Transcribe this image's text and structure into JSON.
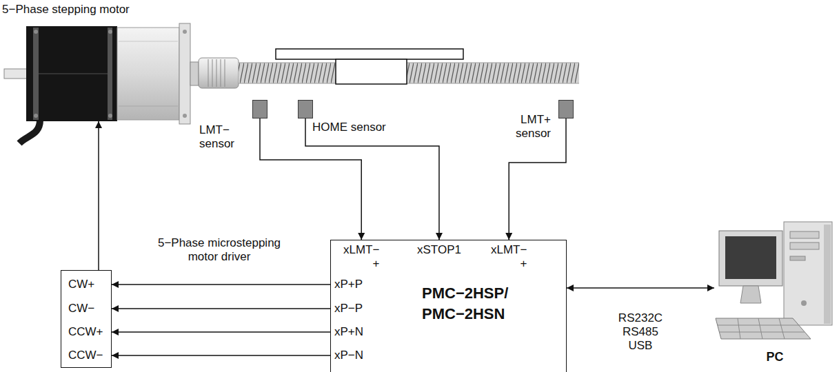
{
  "diagram": {
    "nodes": [
      {
        "text": [
          "5−Phase stepping motor"
        ]
      },
      {
        "text": [
          "LMT− sensor"
        ]
      },
      {
        "text": [
          "HOME sensor"
        ]
      },
      {
        "text": [
          "LMT+ sensor"
        ]
      },
      {
        "text": [
          "5−Phase microstepping motor driver",
          "CW+",
          "CW−",
          "CCW+",
          "CCW−"
        ]
      },
      {
        "text": [
          "xLMT− +",
          "xSTOP1",
          "xLMT− +",
          "xP+P",
          "xP−P",
          "xP+N",
          "xP−N",
          "PMC−2HSP/ PMC−2HSN"
        ]
      },
      {
        "text": [
          "PC"
        ]
      }
    ],
    "edges": [
      {
        "from": 4,
        "to": 0,
        "arrow": "to"
      },
      {
        "from": 1,
        "to": 5,
        "arrow": "to"
      },
      {
        "from": 2,
        "to": 5,
        "arrow": "to"
      },
      {
        "from": 3,
        "to": 5,
        "arrow": "to"
      },
      {
        "from": 5,
        "to": 4,
        "arrow": "to"
      },
      {
        "from": 5,
        "to": 4,
        "arrow": "to"
      },
      {
        "from": 5,
        "to": 4,
        "arrow": "to"
      },
      {
        "from": 5,
        "to": 4,
        "arrow": "to"
      },
      {
        "from": 5,
        "to": 6,
        "arrow": "both",
        "label": "RS232C RS485 USB"
      }
    ]
  }
}
